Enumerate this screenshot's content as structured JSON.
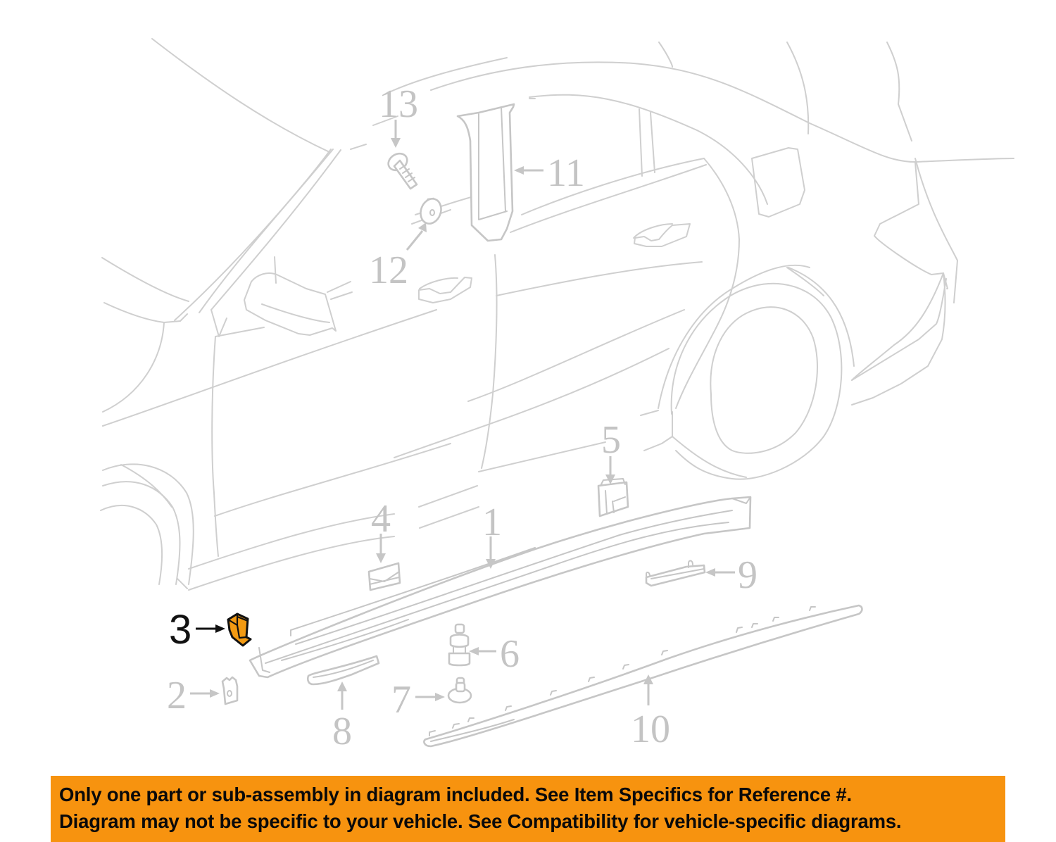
{
  "diagram": {
    "subject": "vehicle side body rocker panel / sill trim exploded parts diagram",
    "line_color": "#cfcfcf",
    "highlight_color": "#f39a12",
    "highlighted_part": "3",
    "callouts": [
      {
        "id": "1",
        "label": "1",
        "part": "rocker-molding-main"
      },
      {
        "id": "2",
        "label": "2",
        "part": "retainer-clip"
      },
      {
        "id": "3",
        "label": "3",
        "part": "end-bracket-highlighted"
      },
      {
        "id": "4",
        "label": "4",
        "part": "rectangular-clip"
      },
      {
        "id": "5",
        "label": "5",
        "part": "mounting-clip"
      },
      {
        "id": "6",
        "label": "6",
        "part": "push-pin-fastener"
      },
      {
        "id": "7",
        "label": "7",
        "part": "rivet-fastener"
      },
      {
        "id": "8",
        "label": "8",
        "part": "lower-trim-strip"
      },
      {
        "id": "9",
        "label": "9",
        "part": "rear-trim-bracket"
      },
      {
        "id": "10",
        "label": "10",
        "part": "sill-molding-strip"
      },
      {
        "id": "11",
        "label": "11",
        "part": "b-pillar-trim"
      },
      {
        "id": "12",
        "label": "12",
        "part": "grommet-nut"
      },
      {
        "id": "13",
        "label": "13",
        "part": "screw"
      }
    ]
  },
  "banner": {
    "background": "#f7930f",
    "line1": "Only one part or sub-assembly in diagram included. See Item Specifics for Reference #.",
    "line2": "Diagram may not be specific to your vehicle. See Compatibility for vehicle-specific diagrams."
  }
}
